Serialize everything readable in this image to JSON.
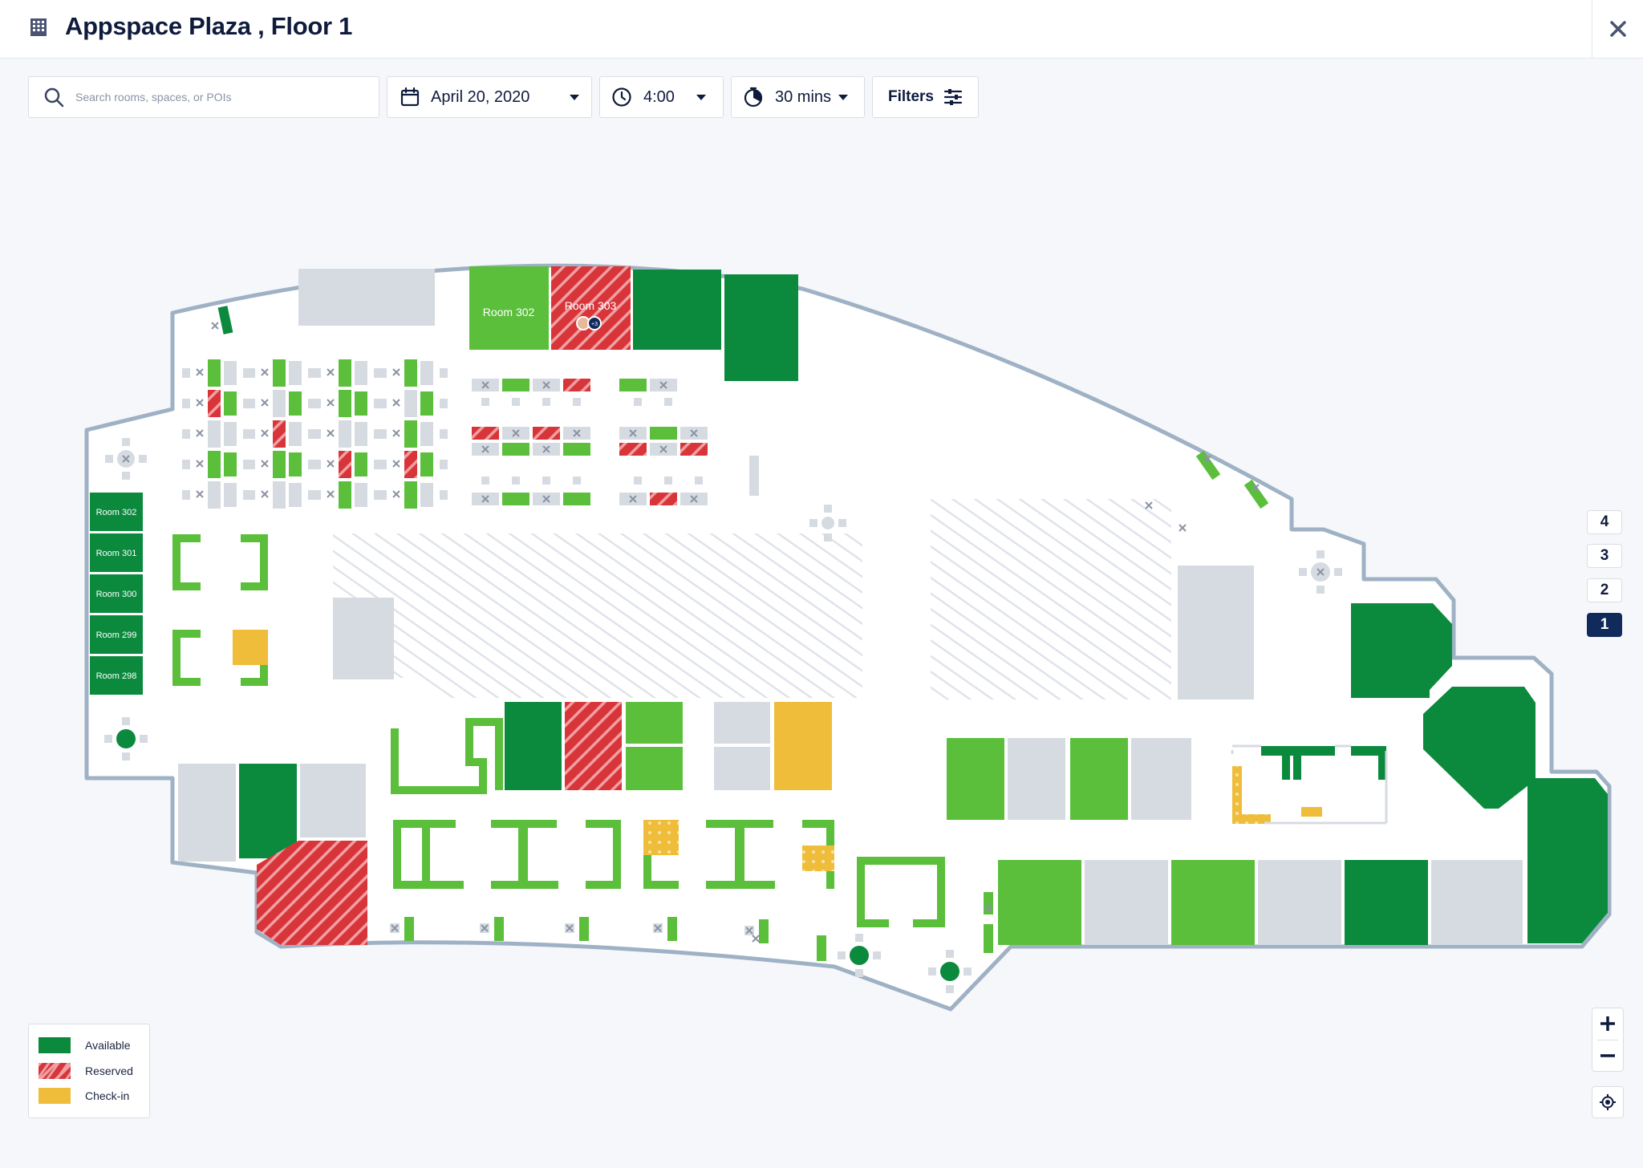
{
  "header": {
    "title": "Appspace Plaza , Floor 1",
    "building_icon": "building-icon",
    "close_icon": "close-icon"
  },
  "toolbar": {
    "search_placeholder": "Search rooms, spaces, or POIs",
    "search_icon": "search-icon",
    "date_value": "April 20, 2020",
    "date_icon": "calendar-icon",
    "time_value": "4:00",
    "time_icon": "clock-icon",
    "duration_value": "30 mins",
    "duration_icon": "timer-icon",
    "filters_label": "Filters",
    "filters_icon": "sliders-icon"
  },
  "map": {
    "rooms": [
      {
        "label": "Room 302",
        "status": "available"
      },
      {
        "label": "Room 303",
        "status": "reserved",
        "attendee_badge": "+3"
      },
      {
        "label": "Room 302",
        "status": "available"
      },
      {
        "label": "Room 301",
        "status": "available"
      },
      {
        "label": "Room 300",
        "status": "available"
      },
      {
        "label": "Room 299",
        "status": "available"
      },
      {
        "label": "Room 298",
        "status": "available"
      }
    ]
  },
  "floors": {
    "items": [
      "4",
      "3",
      "2",
      "1"
    ],
    "selected": "1"
  },
  "zoom": {
    "zoom_in_icon": "plus-icon",
    "zoom_out_icon": "minus-icon",
    "locate_icon": "locate-icon"
  },
  "legend": {
    "items": [
      {
        "label": "Available",
        "color": "#0b8a3e"
      },
      {
        "label": "Reserved",
        "color": "#d8353a"
      },
      {
        "label": "Check-in",
        "color": "#efbd3a"
      }
    ]
  },
  "colors": {
    "available_dark": "#0b8a3e",
    "available_light": "#5bbf3c",
    "reserved": "#d8353a",
    "checkin": "#efbd3a",
    "unavailable": "#d6dbe2",
    "wall": "#9fb1c4",
    "accent_navy": "#102a5c"
  }
}
